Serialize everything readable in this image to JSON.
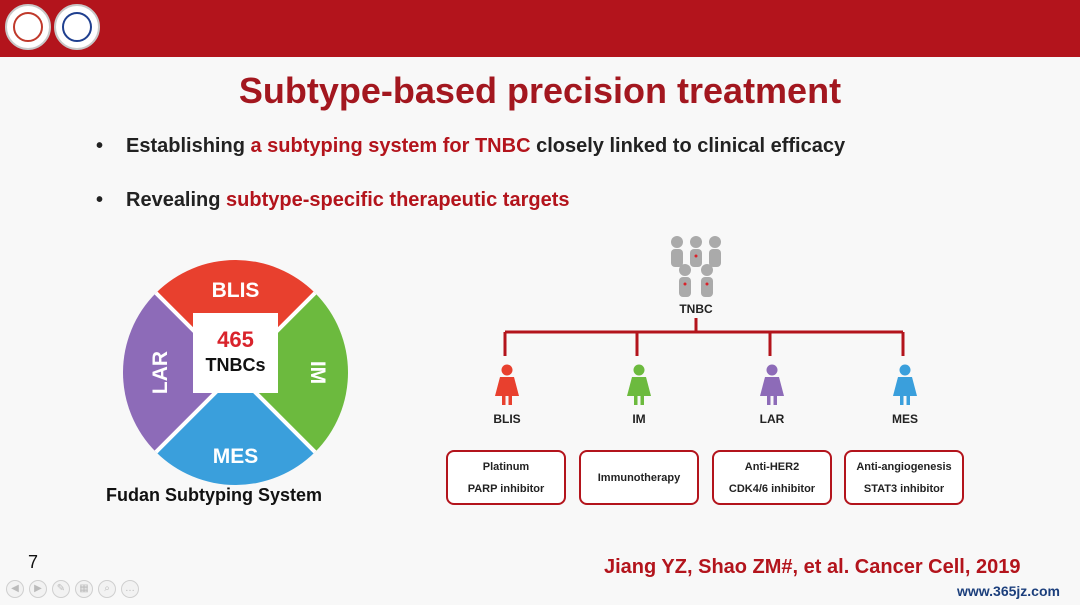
{
  "header": {
    "logos": [
      "university-seal-icon",
      "hospital-seal-icon"
    ],
    "bar_color": "#b3141c"
  },
  "slide": {
    "title": "Subtype-based precision treatment",
    "bullets": [
      {
        "dot": "•",
        "prefix": "Establishing ",
        "highlight": "a subtyping system for TNBC",
        "suffix": " closely linked to clinical efficacy"
      },
      {
        "dot": "•",
        "prefix": "Revealing ",
        "highlight": "subtype-specific therapeutic targets",
        "suffix": ""
      }
    ],
    "wheel": {
      "segments": [
        {
          "label": "BLIS",
          "color": "#e8402e"
        },
        {
          "label": "IM",
          "color": "#6cba3e"
        },
        {
          "label": "MES",
          "color": "#3a9fdc"
        },
        {
          "label": "LAR",
          "color": "#8d6bb8"
        }
      ],
      "center_number": "465",
      "center_text": "TNBCs",
      "caption": "Fudan Subtyping System"
    },
    "tree": {
      "root": "TNBC",
      "subtypes": [
        {
          "name": "BLIS",
          "color": "#e8402e",
          "treatments": [
            "Platinum",
            "PARP inhibitor"
          ]
        },
        {
          "name": "IM",
          "color": "#6cba3e",
          "treatments": [
            "Immunotherapy"
          ]
        },
        {
          "name": "LAR",
          "color": "#8d6bb8",
          "treatments": [
            "Anti-HER2",
            "CDK4/6 inhibitor"
          ]
        },
        {
          "name": "MES",
          "color": "#3a9fdc",
          "treatments": [
            "Anti-angiogenesis",
            "STAT3 inhibitor"
          ]
        }
      ]
    },
    "page_number": "7",
    "citation": "Jiang YZ, Shao ZM#, et al. Cancer Cell, 2019"
  },
  "toolbar": {
    "icons": [
      "prev-icon",
      "next-icon",
      "pen-icon",
      "slides-icon",
      "zoom-icon",
      "more-icon"
    ]
  },
  "watermark": "www.365jz.com"
}
